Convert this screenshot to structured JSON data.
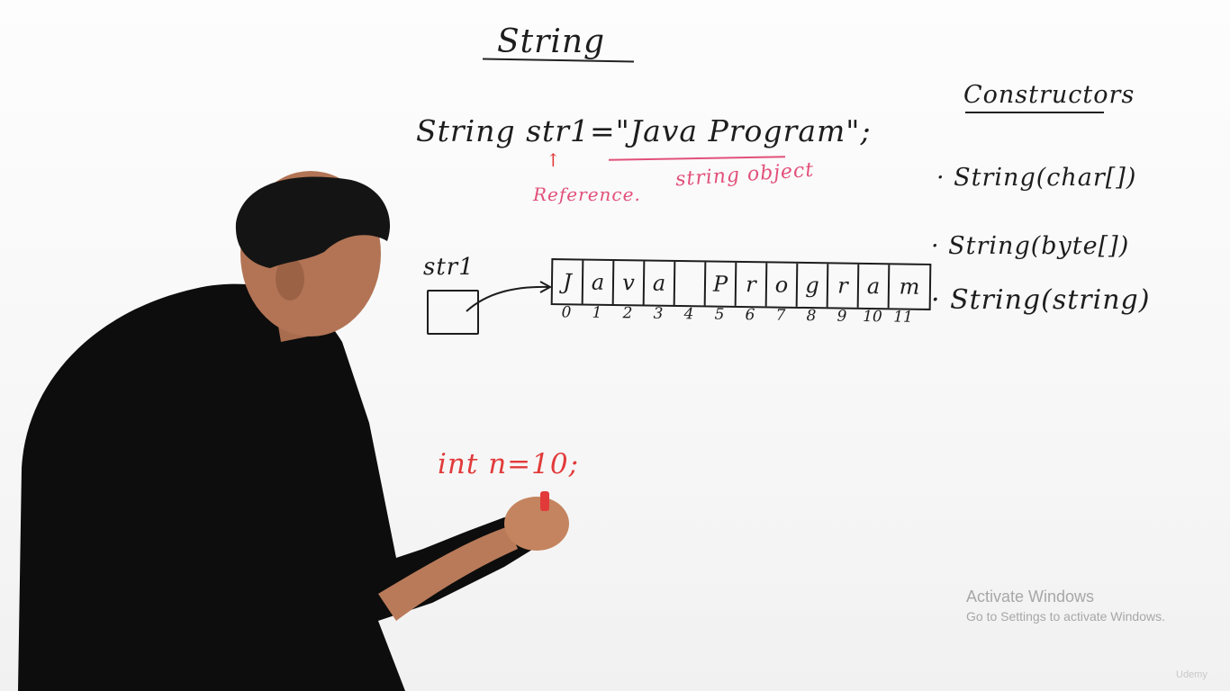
{
  "whiteboard": {
    "title": "String",
    "code_line": "String str1=\"Java Program\";",
    "reference_arrow": "↑",
    "reference_label": "Reference.",
    "object_label": "string object",
    "variable_label": "str1",
    "array_chars": [
      "J",
      "a",
      "v",
      "a",
      "",
      "P",
      "r",
      "o",
      "g",
      "r",
      "a",
      "m"
    ],
    "array_indices": [
      "0",
      "1",
      "2",
      "3",
      "4",
      "5",
      "6",
      "7",
      "8",
      "9",
      "10",
      "11"
    ],
    "constructors_title": "Constructors",
    "constructors": [
      "· String(char[])",
      "· String(byte[])",
      "· String(string)"
    ],
    "int_line": "int n=10;"
  },
  "watermark": {
    "title": "Activate Windows",
    "subtitle": "Go to Settings to activate Windows."
  },
  "udemy_logo": "Udemy",
  "colors": {
    "marker_black": "#1d1d1d",
    "marker_red": "#e23a3a",
    "marker_pink": "#e2507a"
  }
}
